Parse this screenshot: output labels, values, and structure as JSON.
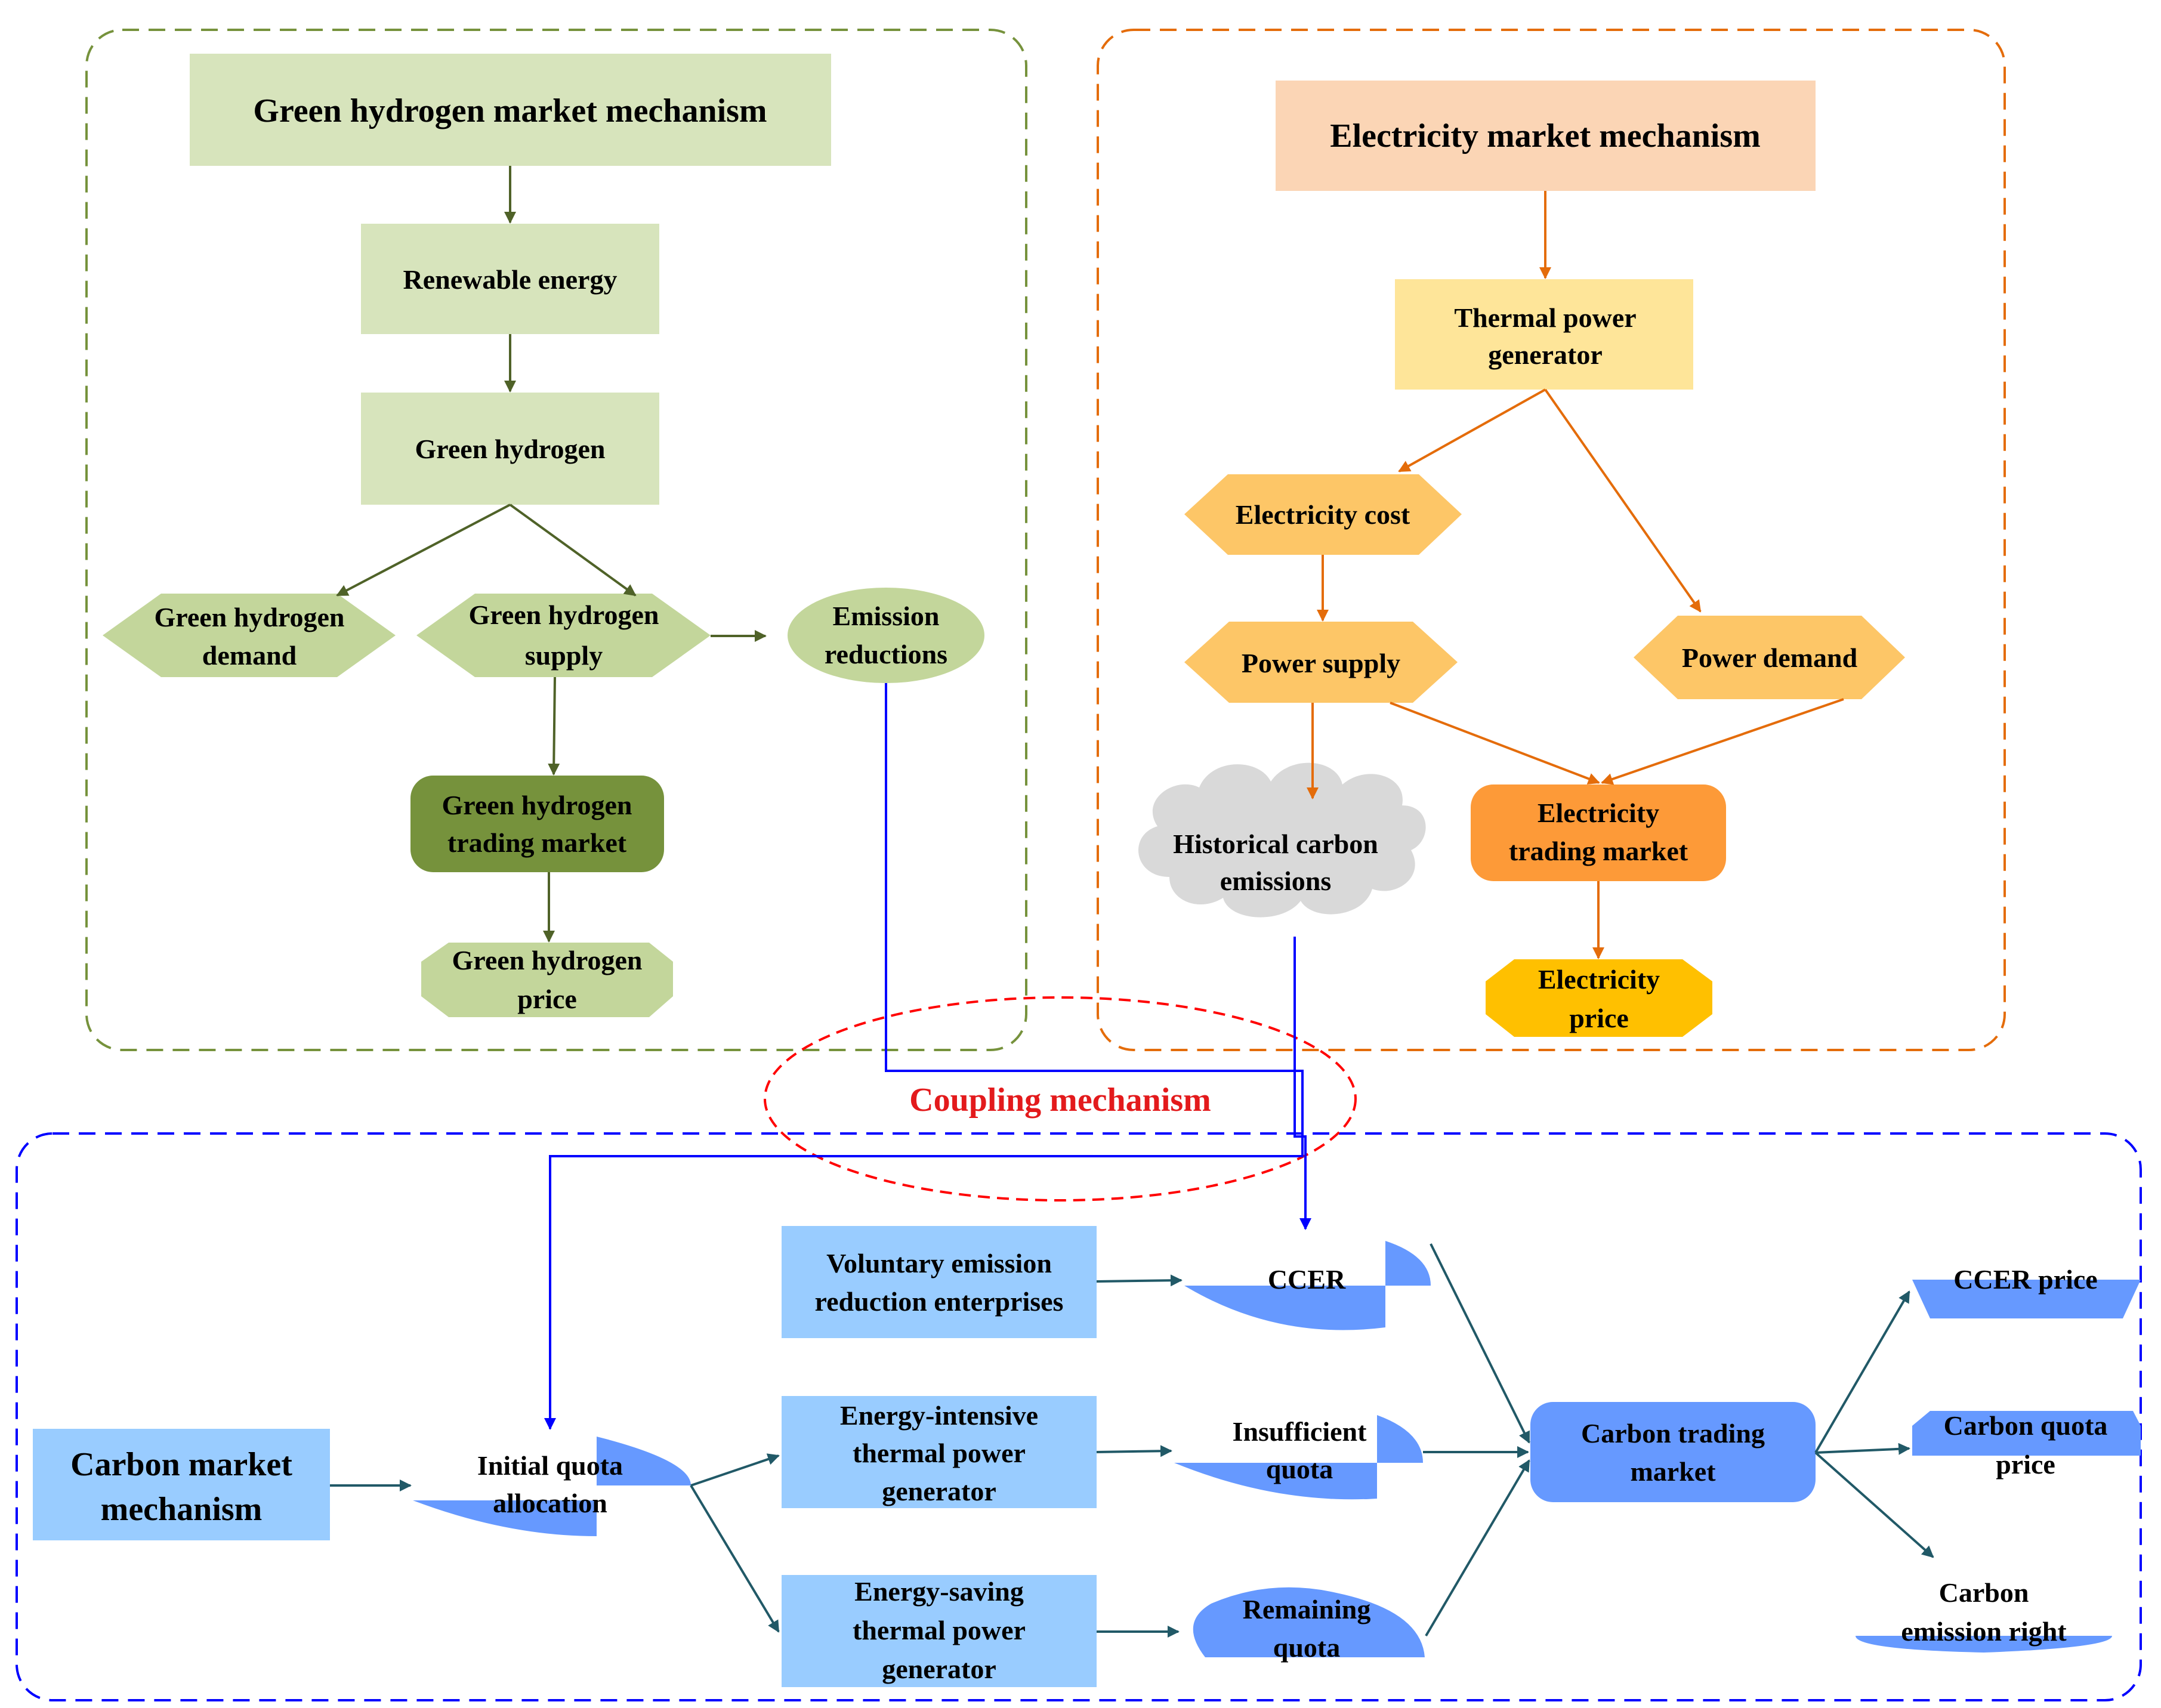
{
  "green": {
    "title": "Green hydrogen market mechanism",
    "renewable": "Renewable energy",
    "green_hydrogen": "Green hydrogen",
    "demand": [
      "Green hydrogen",
      "demand"
    ],
    "supply": [
      "Green hydrogen",
      "supply"
    ],
    "emission": [
      "Emission",
      "reductions"
    ],
    "trading": [
      "Green hydrogen",
      "trading market"
    ],
    "price": [
      "Green hydrogen",
      "price"
    ]
  },
  "electricity": {
    "title": "Electricity market mechanism",
    "thermal": [
      "Thermal power",
      "generator"
    ],
    "cost": "Electricity cost",
    "supply": "Power supply",
    "demand": "Power demand",
    "historical": [
      "Historical carbon",
      "emissions"
    ],
    "trading": [
      "Electricity",
      "trading market"
    ],
    "price": [
      "Electricity",
      "price"
    ]
  },
  "coupling": {
    "label": "Coupling mechanism"
  },
  "carbon": {
    "title": [
      "Carbon market",
      "mechanism"
    ],
    "initial": [
      "Initial quota",
      "allocation"
    ],
    "voluntary": [
      "Voluntary emission",
      "reduction enterprises"
    ],
    "intensive": [
      "Energy-intensive",
      "thermal power",
      "generator"
    ],
    "saving": [
      "Energy-saving",
      "thermal power",
      "generator"
    ],
    "ccer": "CCER",
    "insufficient": [
      "Insufficient",
      "quota"
    ],
    "remaining": [
      "Remaining",
      "quota"
    ],
    "trading": [
      "Carbon trading",
      "market"
    ],
    "ccer_price": "CCER price",
    "quota_price": [
      "Carbon quota",
      "price"
    ],
    "emission_right": [
      "Carbon",
      "emission right"
    ]
  },
  "colors": {
    "green_light": "#d7e4bc",
    "green_mid": "#c3d69b",
    "green_dark": "#76923c",
    "green_border": "#6e8a3c",
    "orange_light": "#fbd5b5",
    "yellow_light": "#fee599",
    "yellow_mid": "#fdc667",
    "orange": "#fd9a38",
    "gold": "#ffc000",
    "orange_border": "#e46c0a",
    "blue_light": "#99ccff",
    "blue_mid": "#6699ff",
    "blue_border": "#0000ff",
    "cloud": "#d9d9d9",
    "red": "#ff0000",
    "teal_arrow": "#215967"
  }
}
